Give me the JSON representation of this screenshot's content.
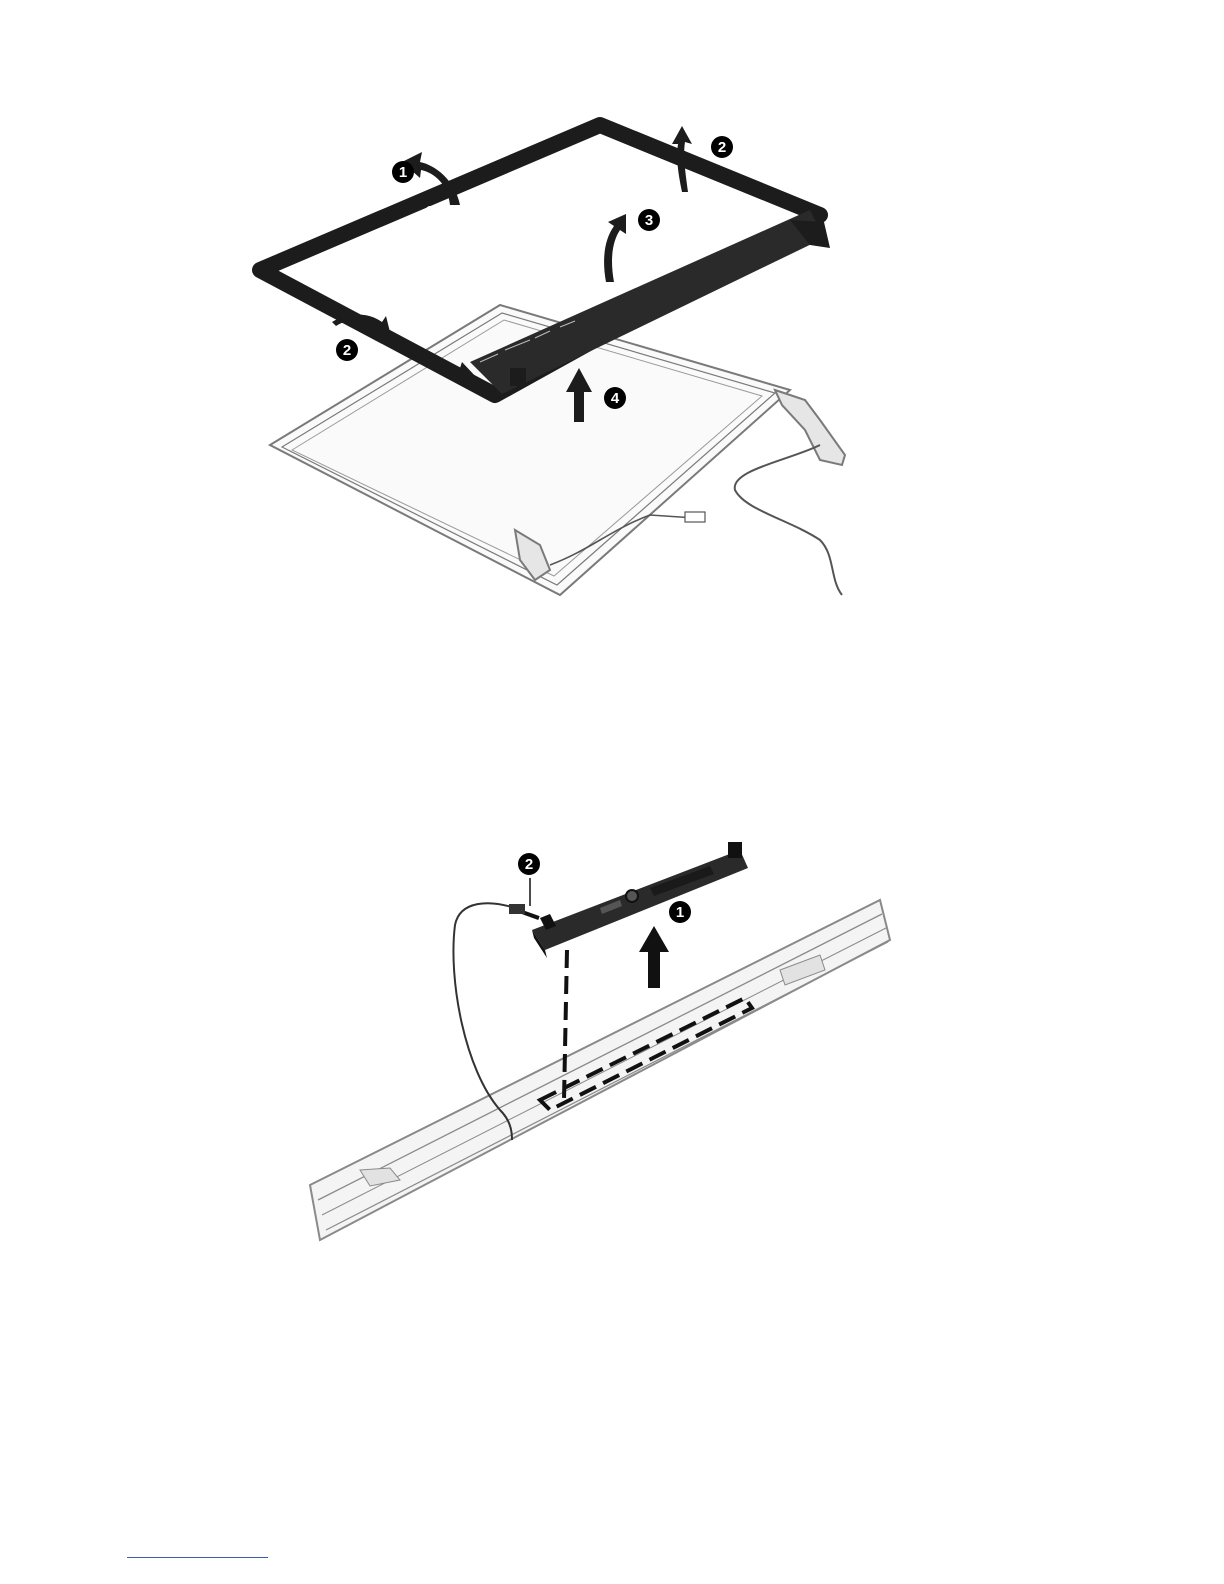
{
  "figures": [
    {
      "id": "display-bezel-removal",
      "callouts": [
        "1",
        "2",
        "3",
        "2",
        "4"
      ]
    },
    {
      "id": "webcam-module-removal",
      "callouts": [
        "1",
        "2"
      ]
    }
  ],
  "colors": {
    "bezel": "#1c1c1c",
    "outline": "#6f6f6f",
    "callout_fill": "#000000",
    "callout_text": "#ffffff",
    "footnote_rule": "#3b5ba8"
  },
  "icons": [
    "up-arrow-icon",
    "curved-lift-arrow-icon",
    "callout-badge-icon"
  ]
}
